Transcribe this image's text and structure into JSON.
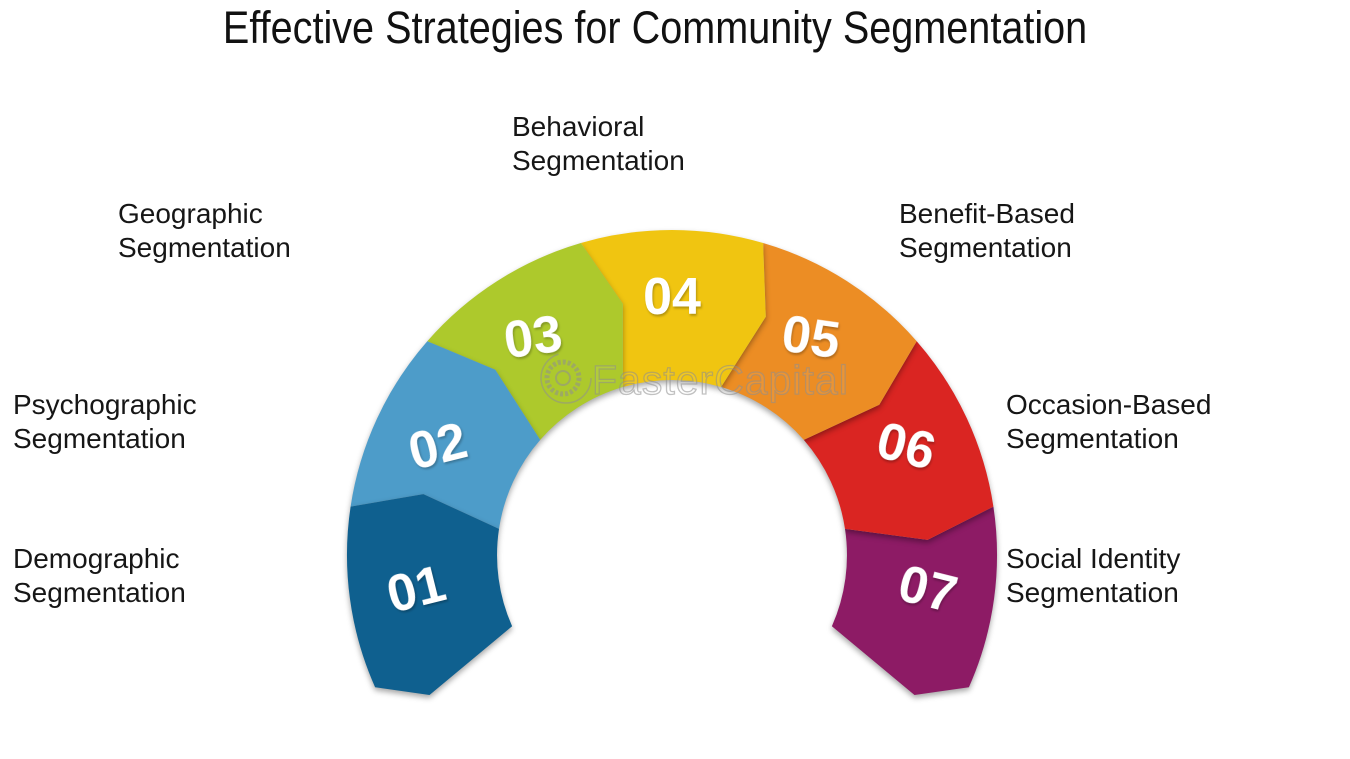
{
  "title": "Effective Strategies for Community Segmentation",
  "watermark": {
    "text": "FasterCapital",
    "color": "#909090",
    "gear_icon": "gear-outline"
  },
  "diagram": {
    "type": "semicircular-arrow-process",
    "number_text_color": "#ffffff",
    "segments": [
      {
        "number": "01",
        "label": "Demographic Segmentation",
        "color": "#0f608f"
      },
      {
        "number": "02",
        "label": "Psychographic Segmentation",
        "color": "#4d9cc9"
      },
      {
        "number": "03",
        "label": "Geographic Segmentation",
        "color": "#adc92c"
      },
      {
        "number": "04",
        "label": "Behavioral Segmentation",
        "color": "#f0c511"
      },
      {
        "number": "05",
        "label": "Benefit-Based Segmentation",
        "color": "#ec8d24"
      },
      {
        "number": "06",
        "label": "Occasion-Based Segmentation",
        "color": "#da2522"
      },
      {
        "number": "07",
        "label": "Social Identity Segmentation",
        "color": "#8d1b65"
      }
    ]
  }
}
